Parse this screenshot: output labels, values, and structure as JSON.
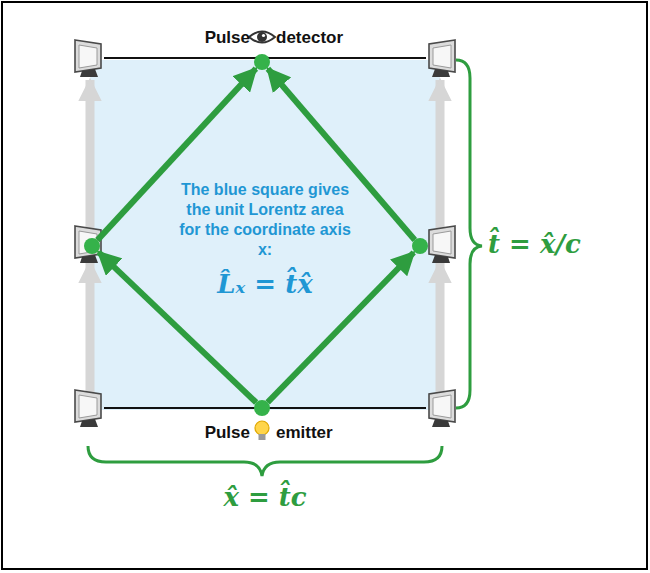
{
  "diagram": {
    "nodes": [
      {
        "text": [
          "The blue square gives the unit Lorentz area for the coordinate axis x:",
          "L̂ₓ = t̂x̂"
        ]
      }
    ],
    "labels": [
      "Pulse",
      "detector",
      "t̂ = x̂/c",
      "Pulse",
      "emitter",
      "x̂ = t̂c"
    ]
  }
}
